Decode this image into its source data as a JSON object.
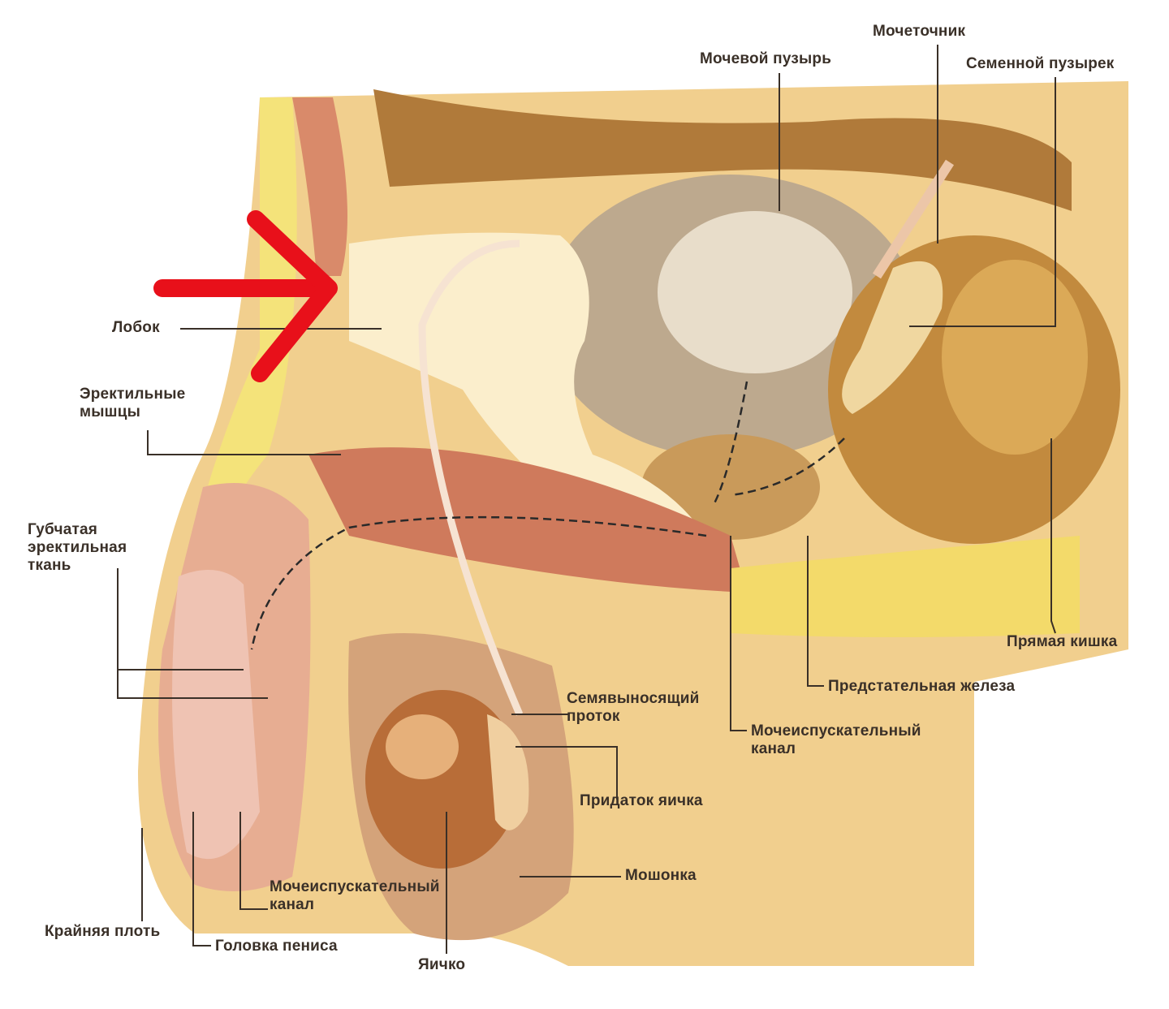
{
  "title": "Male reproductive system, sagittal section",
  "labels": {
    "ureter": "Мочеточник",
    "bladder": "Мочевой пузырь",
    "seminal_vesicle": "Семенной пузырек",
    "pubis": "Лобок",
    "erectile_muscles": "Эректильные\nмышцы",
    "spongy_tissue": "Губчатая\nэректильная\nткань",
    "rectum": "Прямая кишка",
    "prostate": "Предстательная железа",
    "vas_deferens": "Семявыносящий\nпроток",
    "urethra_upper": "Мочеиспускательный\nканал",
    "epididymis": "Придаток яичка",
    "scrotum": "Мошонка",
    "urethra_lower": "Мочеиспускательный\nканал",
    "foreskin": "Крайняя плоть",
    "glans": "Головка пениса",
    "testis": "Яичко"
  },
  "colors": {
    "arrow": "#e8101a",
    "tissue": "#f1cf8e",
    "muscle": "#c9745a",
    "bladder": "#b9a58c",
    "fat": "#f4e37a",
    "text": "#3a3028"
  }
}
